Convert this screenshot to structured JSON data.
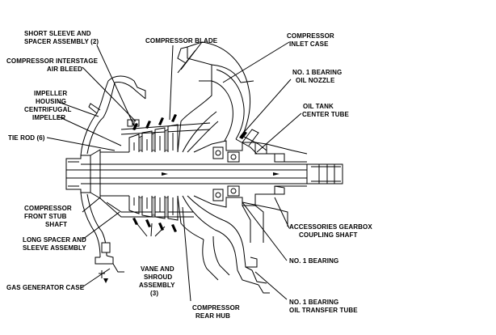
{
  "labels": {
    "short_sleeve_1": "SHORT SLEEVE AND",
    "short_sleeve_2": "SPACER ASSEMBLY (2)",
    "compressor_blade": "COMPRESSOR BLADE",
    "compressor_inlet_case_1": "COMPRESSOR",
    "compressor_inlet_case_2": "INLET CASE",
    "interstage_bleed_1": "COMPRESSOR INTERSTAGE",
    "interstage_bleed_2": "AIR BLEED",
    "bearing_oil_nozzle_1": "NO. 1 BEARING",
    "bearing_oil_nozzle_2": "OIL NOZZLE",
    "impeller_housing_1": "IMPELLER",
    "impeller_housing_2": "HOUSING",
    "oil_tank_1": "OIL TANK",
    "oil_tank_2": "CENTER TUBE",
    "centrifugal_impeller_1": "CENTRIFUGAL",
    "centrifugal_impeller_2": "IMPELLER",
    "tie_rod": "TIE ROD (6)",
    "front_stub_1": "COMPRESSOR",
    "front_stub_2": "FRONT STUB",
    "front_stub_3": "SHAFT",
    "accessories_1": "ACCESSORIES GEARBOX",
    "accessories_2": "COUPLING SHAFT",
    "long_spacer_1": "LONG SPACER AND",
    "long_spacer_2": "SLEEVE ASSEMBLY",
    "no1_bearing": "NO. 1 BEARING",
    "vane_1": "VANE AND",
    "vane_2": "SHROUD",
    "vane_3": "ASSEMBLY",
    "vane_4": "(3)",
    "gas_generator_case": "GAS GENERATOR CASE",
    "rear_hub_1": "COMPRESSOR",
    "rear_hub_2": "REAR HUB",
    "transfer_tube_1": "NO. 1 BEARING",
    "transfer_tube_2": "OIL TRANSFER TUBE"
  }
}
